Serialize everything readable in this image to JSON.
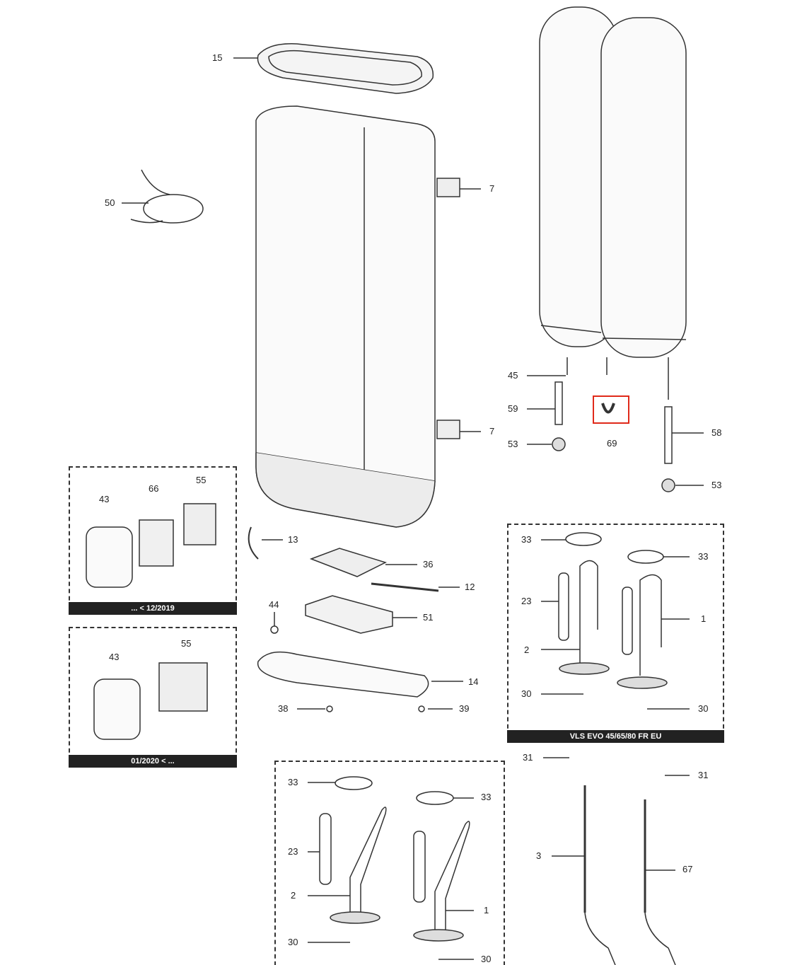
{
  "diagram": {
    "part_labels": [
      "15",
      "7",
      "7",
      "50",
      "45",
      "59",
      "53",
      "69",
      "58",
      "53",
      "43",
      "66",
      "55",
      "13",
      "36",
      "12",
      "44",
      "51",
      "14",
      "38",
      "39",
      "43",
      "55",
      "33",
      "33",
      "23",
      "1",
      "2",
      "30",
      "30",
      "31",
      "31",
      "3",
      "67",
      "33",
      "33",
      "23",
      "2",
      "1",
      "30",
      "30"
    ],
    "banners": {
      "old_control": "... < 12/2019",
      "new_control": "01/2020 < ...",
      "model": "VLS EVO 45/65/80 FR EU"
    },
    "highlight_color": "#e02a1a",
    "highlighted_part": "69"
  }
}
